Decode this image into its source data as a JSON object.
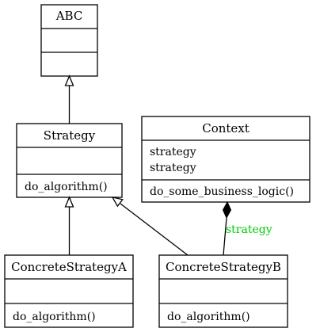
{
  "colors": {
    "line": "#000000",
    "background": "#ffffff",
    "edge_label": "#00cc00"
  },
  "classes": {
    "abc": {
      "name": "ABC"
    },
    "strategy": {
      "name": "Strategy",
      "methods": [
        "do_algorithm()"
      ]
    },
    "context": {
      "name": "Context",
      "attributes": [
        "strategy",
        "strategy"
      ],
      "methods": [
        "do_some_business_logic()"
      ]
    },
    "concrete_a": {
      "name": "ConcreteStrategyA",
      "methods": [
        "do_algorithm()"
      ]
    },
    "concrete_b": {
      "name": "ConcreteStrategyB",
      "methods": [
        "do_algorithm()"
      ]
    }
  },
  "relations": {
    "composition_label": "strategy"
  }
}
